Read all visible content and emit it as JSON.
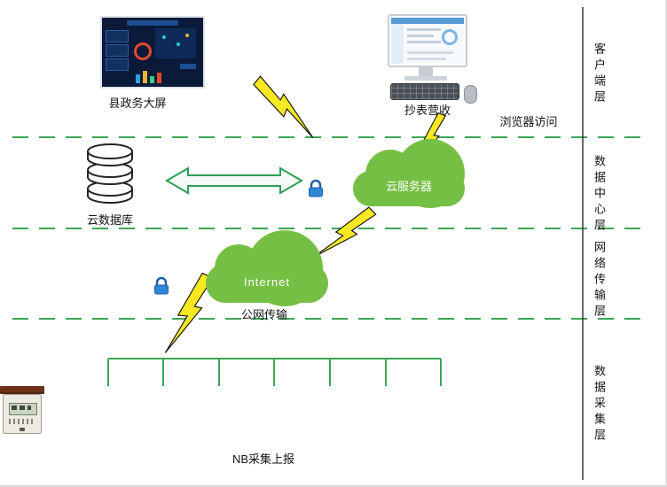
{
  "nodes": {
    "dashboard": {
      "label": "县政务大屏"
    },
    "meter_billing": {
      "label": "抄表营收"
    },
    "browser_access": {
      "label": "浏览器访问"
    },
    "cloud_server": {
      "label": "云服务器"
    },
    "cloud_database": {
      "label": "云数据库"
    },
    "internet_cloud": {
      "label": "Internet"
    },
    "public_network": {
      "label": "公网传输"
    },
    "nb_upload": {
      "label": "NB采集上报"
    }
  },
  "layers": [
    {
      "label": "客户端层"
    },
    {
      "label": "数据中心层"
    },
    {
      "label": "网络传输层"
    },
    {
      "label": "数据采集层"
    }
  ],
  "meters": {
    "count": 7
  },
  "colors": {
    "layer_line_green": "#3aa655",
    "cloud_green": "#76bf45",
    "bolt_yellow": "#f6e821",
    "lock_blue": "#2f86d6",
    "dashboard_navy": "#0a1a38"
  }
}
